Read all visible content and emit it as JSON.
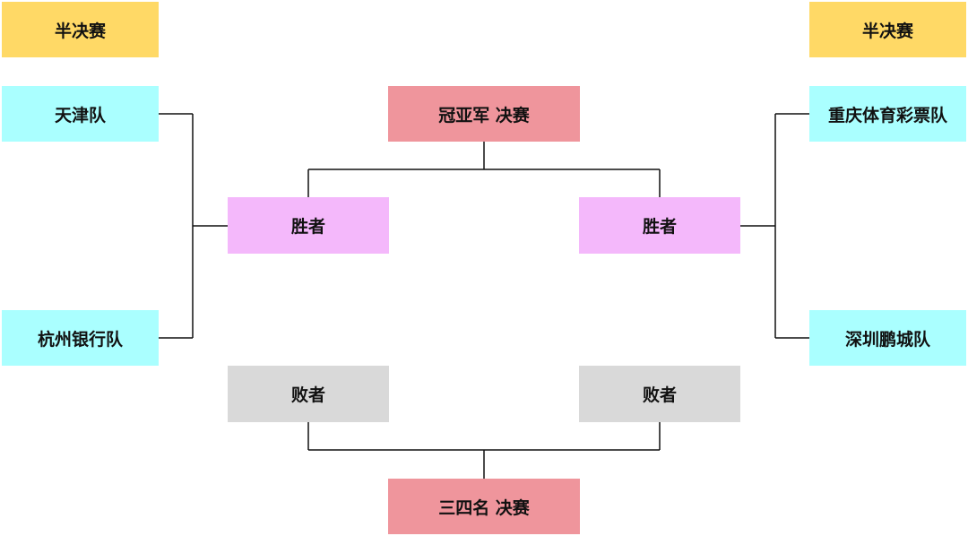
{
  "headers": {
    "left": "半决赛",
    "right": "半决赛"
  },
  "teams": {
    "left_top": "天津队",
    "left_bottom": "杭州银行队",
    "right_top": "重庆体育彩票队",
    "right_bottom": "深圳鹏城队"
  },
  "winners": {
    "left": "胜者",
    "right": "胜者"
  },
  "losers": {
    "left": "败者",
    "right": "败者"
  },
  "finals": {
    "champion": "冠亚军 决赛",
    "third_place": "三四名 决赛"
  },
  "colors": {
    "header": "#ffd966",
    "team": "#aaffff",
    "winner": "#f4b8fb",
    "loser": "#d9d9d9",
    "final": "#ef959c",
    "line": "#111111"
  }
}
